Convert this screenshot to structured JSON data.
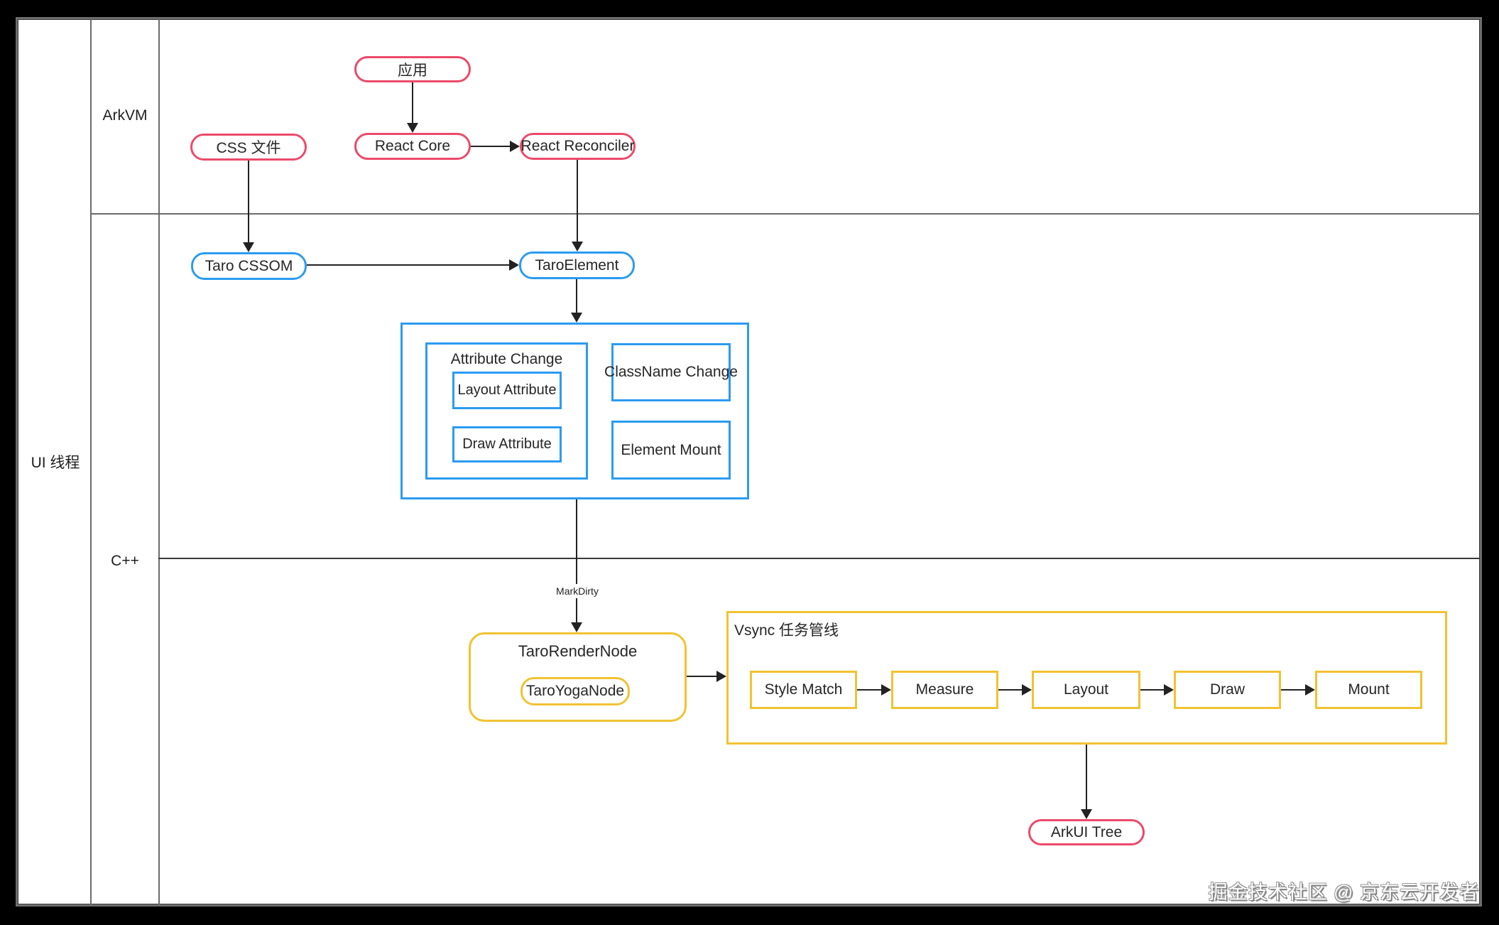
{
  "lanes": {
    "row_label": "UI 线程",
    "top_cell": "ArkVM",
    "bottom_cell": "C++"
  },
  "nodes": {
    "app": "应用",
    "css_file": "CSS 文件",
    "react_core": "React Core",
    "react_reconciler": "React Reconciler",
    "taro_cssom": "Taro CSSOM",
    "taro_element": "TaroElement",
    "attribute_change": "Attribute Change",
    "layout_attribute": "Layout Attribute",
    "draw_attribute": "Draw Attribute",
    "classname_change": "ClassName Change",
    "element_mount": "Element Mount",
    "taro_render_node": "TaroRenderNode",
    "taro_yoga_node": "TaroYogaNode",
    "vsync_pipeline": "Vsync 任务管线",
    "style_match": "Style Match",
    "measure": "Measure",
    "layout": "Layout",
    "draw": "Draw",
    "mount": "Mount",
    "arkui_tree": "ArkUI Tree"
  },
  "edge_labels": {
    "mark_dirty": "MarkDirty"
  },
  "edges": [
    {
      "from": "app",
      "to": "react_core",
      "label": ""
    },
    {
      "from": "react_core",
      "to": "react_reconciler",
      "label": ""
    },
    {
      "from": "css_file",
      "to": "taro_cssom",
      "label": ""
    },
    {
      "from": "react_reconciler",
      "to": "taro_element",
      "label": ""
    },
    {
      "from": "taro_cssom",
      "to": "taro_element",
      "label": ""
    },
    {
      "from": "taro_element",
      "to": "change_container",
      "label": ""
    },
    {
      "from": "change_container",
      "to": "taro_render_node",
      "label": "MarkDirty"
    },
    {
      "from": "taro_render_node",
      "to": "vsync_pipeline",
      "label": ""
    },
    {
      "from": "style_match",
      "to": "measure",
      "label": ""
    },
    {
      "from": "measure",
      "to": "layout",
      "label": ""
    },
    {
      "from": "layout",
      "to": "draw",
      "label": ""
    },
    {
      "from": "draw",
      "to": "mount",
      "label": ""
    },
    {
      "from": "vsync_pipeline",
      "to": "arkui_tree",
      "label": ""
    }
  ],
  "colors": {
    "pink": "#ec4a6a",
    "blue": "#2b9bf0",
    "yellow": "#f2c232",
    "line": "#222222"
  },
  "watermark": "掘金技术社区 @ 京东云开发者"
}
